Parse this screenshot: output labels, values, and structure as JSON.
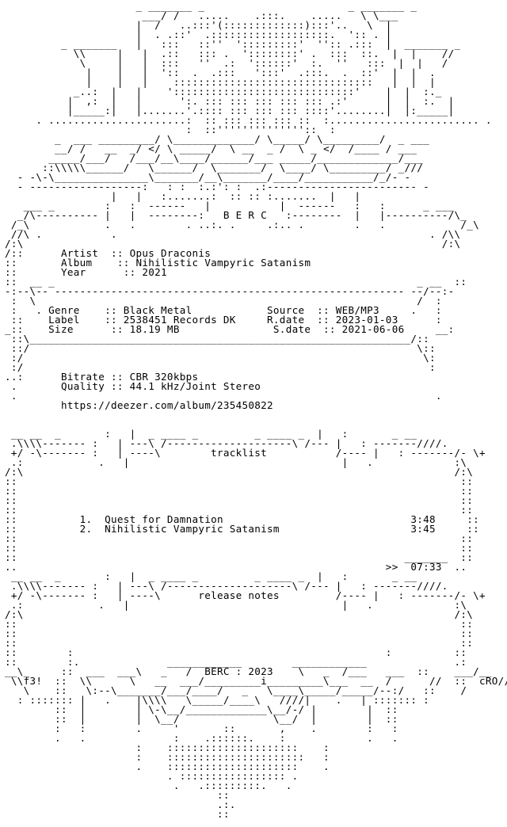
{
  "header": {
    "group": "B E R C"
  },
  "release": {
    "artist_label": "Artist",
    "artist": "Opus Draconis",
    "album_label": "Album",
    "album": "Nihilistic Vampyric Satanism",
    "year_label": "Year",
    "year": "2021",
    "genre_label": "Genre",
    "genre": "Black Metal",
    "record_label_label": "Label",
    "record_label": "2538451 Records DK",
    "size_label": "Size",
    "size": "18.19 MB",
    "source_label": "Source",
    "source": "WEB/MP3",
    "rdate_label": "R.date",
    "rdate": "2023-01-03",
    "sdate_label": "S.date",
    "sdate": "2021-06-06",
    "bitrate_label": "Bitrate",
    "bitrate": "CBR 320kbps",
    "quality_label": "Quality",
    "quality": "44.1 kHz/Joint Stereo",
    "url": "https://deezer.com/album/235450822"
  },
  "tracklist": {
    "title": "tracklist",
    "tracks": [
      {
        "num": "1.",
        "title": "Quest for Damnation",
        "duration": "3:48"
      },
      {
        "num": "2.",
        "title": "Nihilistic Vampyric Satanism",
        "duration": "3:45"
      }
    ],
    "total_prefix": ">>",
    "total": "07:33"
  },
  "release_notes": {
    "title": "release notes"
  },
  "footer": {
    "left_tag": "f3!",
    "center": "BERC : 2023",
    "right_tag": "cRO"
  }
}
